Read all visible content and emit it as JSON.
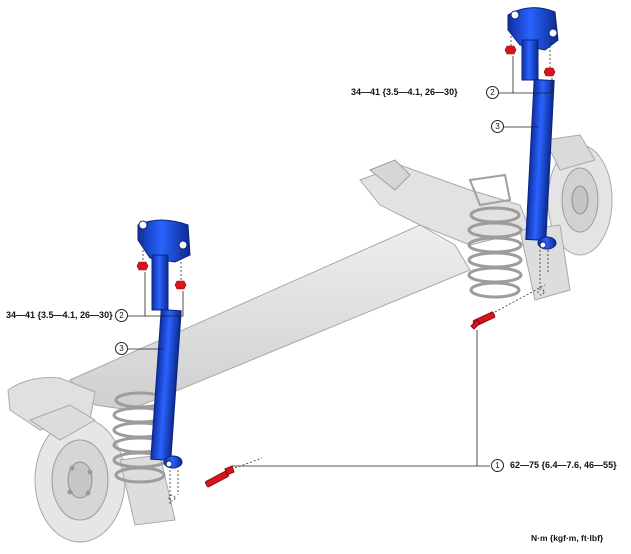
{
  "torque_spec_upper": "34—41 {3.5—4.1, 26—30}",
  "torque_spec_lower": "62—75 {6.4—7.6, 46—55}",
  "unit_label": "N·m {kgf·m, ft·lbf}",
  "callouts": {
    "one": "1",
    "two": "2",
    "three": "3"
  },
  "colors": {
    "shock_absorber": "#1f4fd8",
    "fastener": "#d9141c",
    "axle_body": "#dcdcdc",
    "axle_outline": "#a8a8a8",
    "leader_line": "#222222"
  }
}
